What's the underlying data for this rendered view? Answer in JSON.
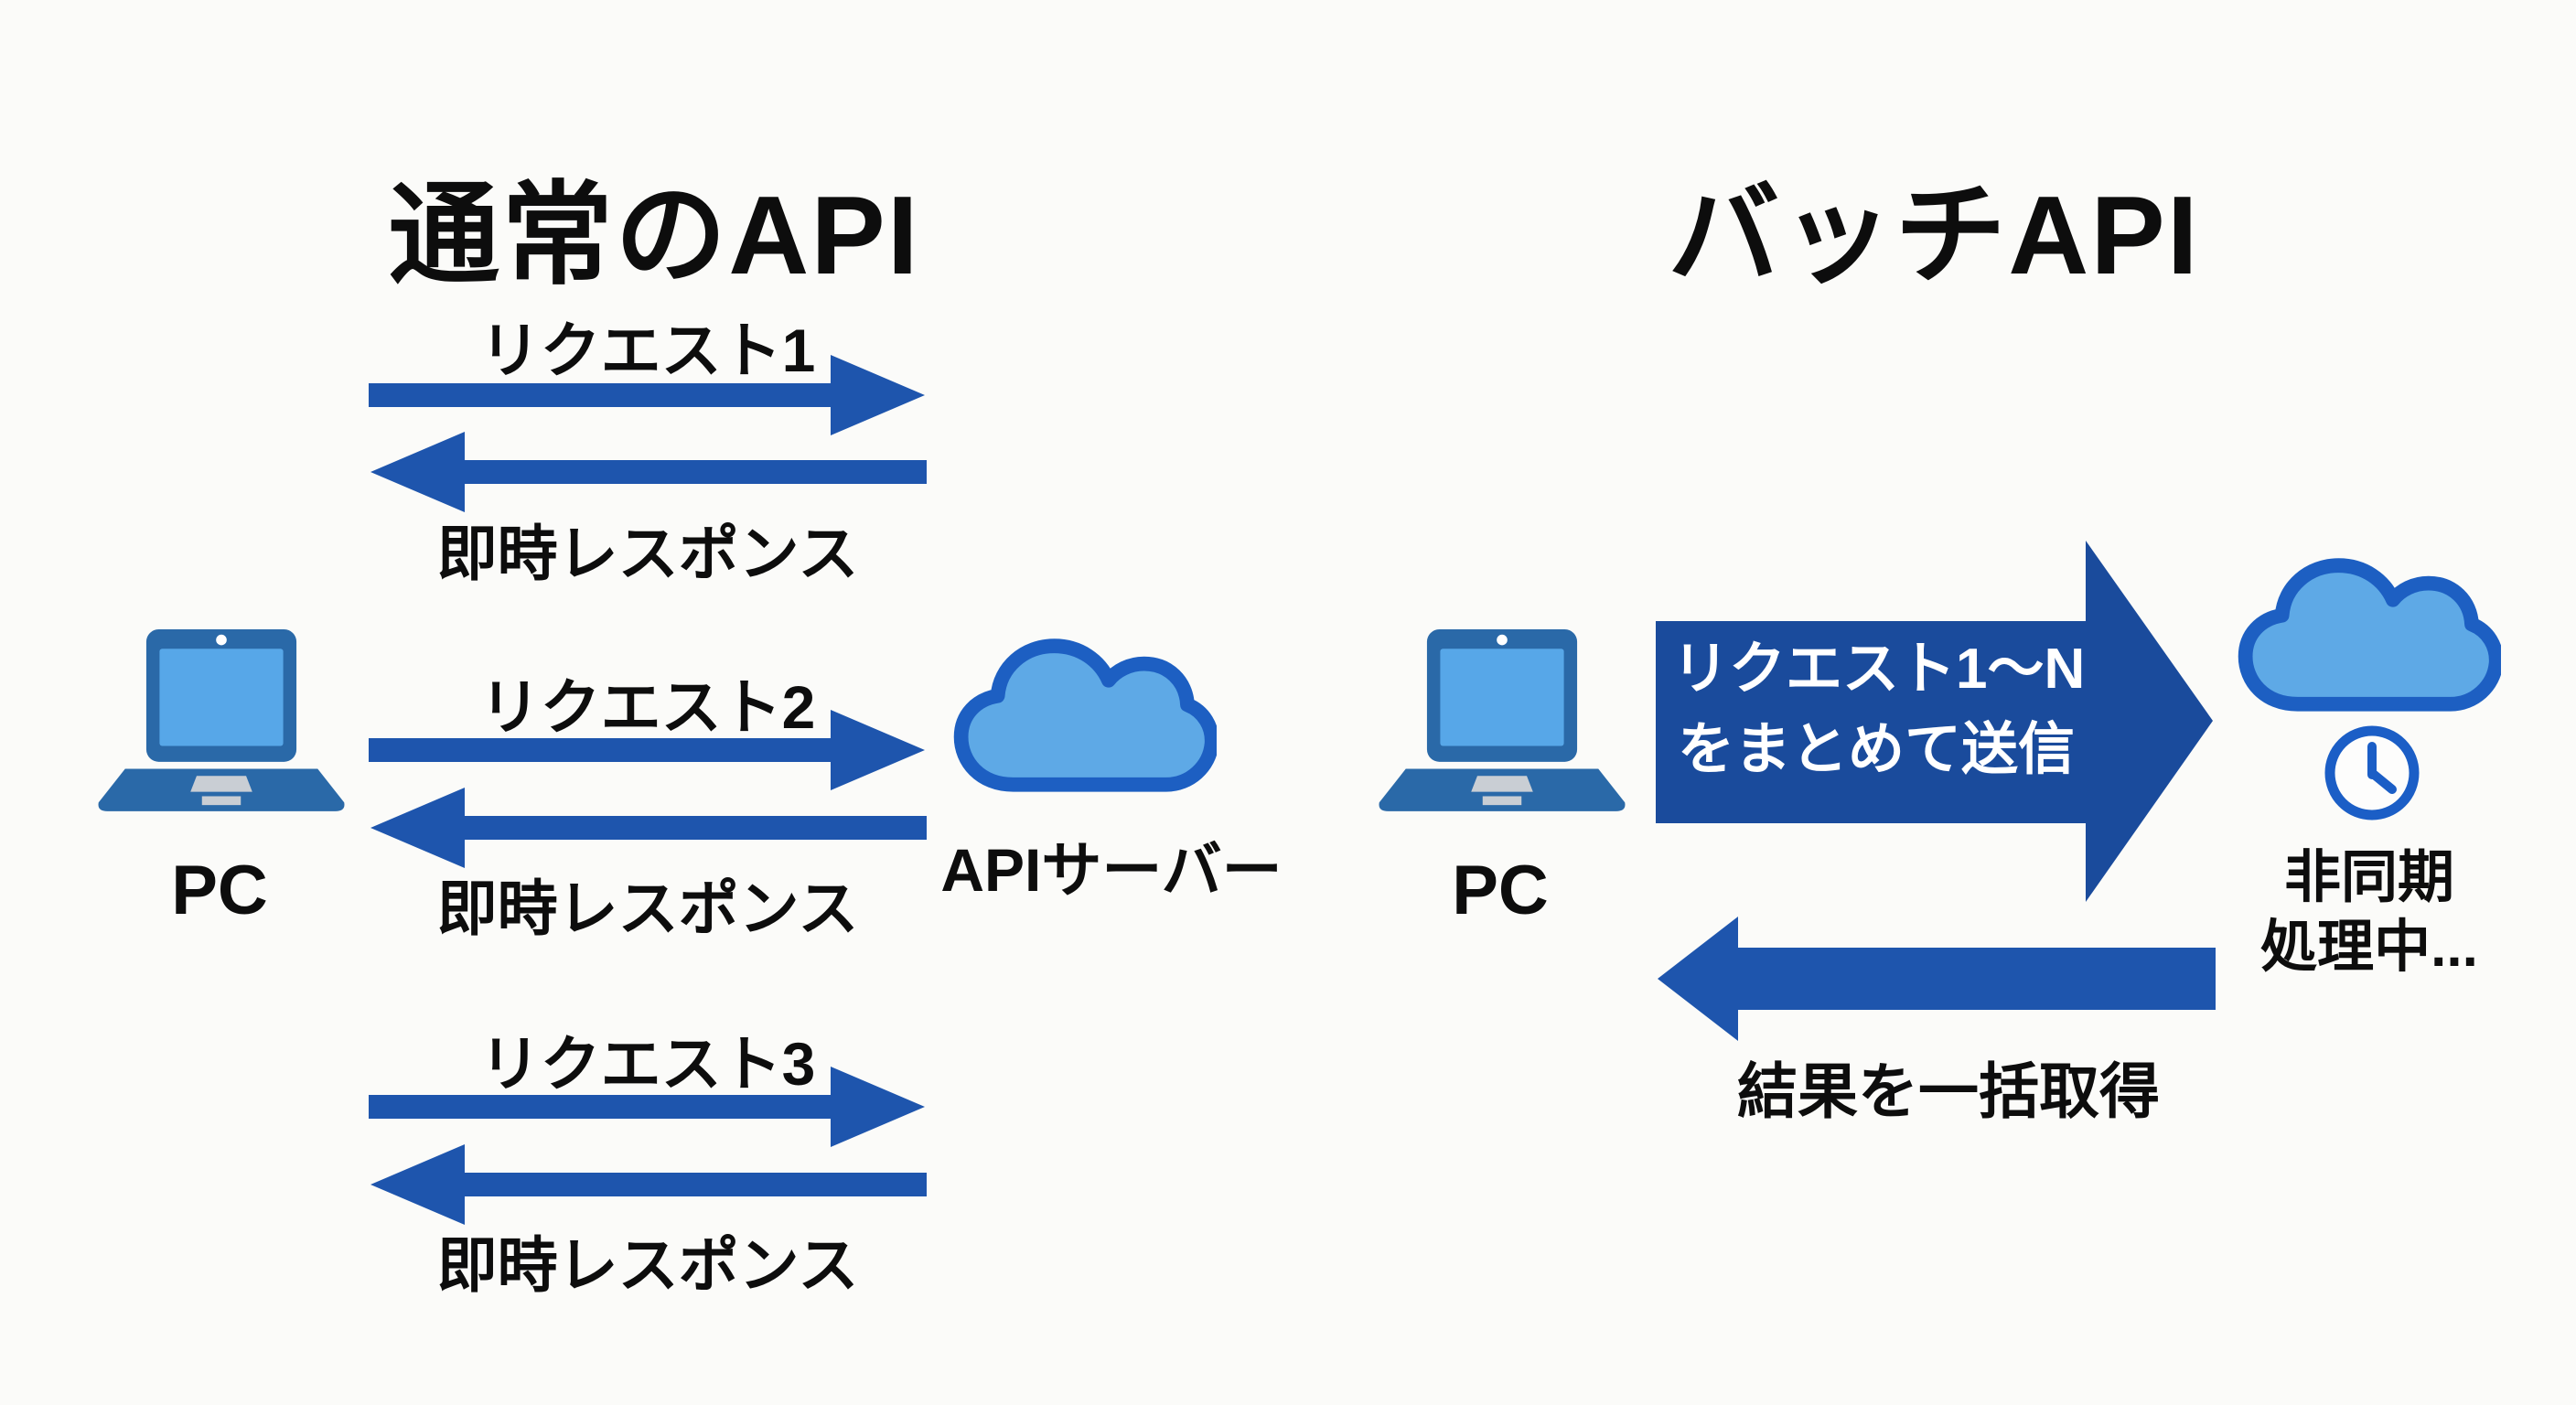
{
  "meta": {
    "background_color": "#fbfbf9",
    "text_color": "#0d0d0d"
  },
  "colors": {
    "arrow_blue": "#1e55ad",
    "big_arrow_blue": "#1a4b9c",
    "arrow_text_white": "#ffffff",
    "laptop_body": "#2a69a8",
    "laptop_screen": "#57a7e8",
    "laptop_trackpad": "#c9ced4",
    "cloud_fill": "#5ea9e6",
    "cloud_stroke": "#1d5fc2",
    "clock_stroke": "#1b5ec6"
  },
  "left_panel": {
    "title": "通常のAPI",
    "pc_label": "PC",
    "server_label": "APIサーバー",
    "icons": {
      "client": "laptop-icon",
      "server": "cloud-icon"
    },
    "exchanges": [
      {
        "request": "リクエスト1",
        "response": "即時レスポンス"
      },
      {
        "request": "リクエスト2",
        "response": "即時レスポンス"
      },
      {
        "request": "リクエスト3",
        "response": "即時レスポンス"
      }
    ]
  },
  "right_panel": {
    "title": "バッチAPI",
    "pc_label": "PC",
    "icons": {
      "client": "laptop-icon",
      "server": "cloud-icon",
      "processing": "clock-icon"
    },
    "batch_arrow": {
      "line1": "リクエスト1〜N",
      "line2": "をまとめて送信"
    },
    "processing_status": {
      "line1": "非同期",
      "line2": "処理中..."
    },
    "return_arrow_label": "結果を一括取得"
  }
}
